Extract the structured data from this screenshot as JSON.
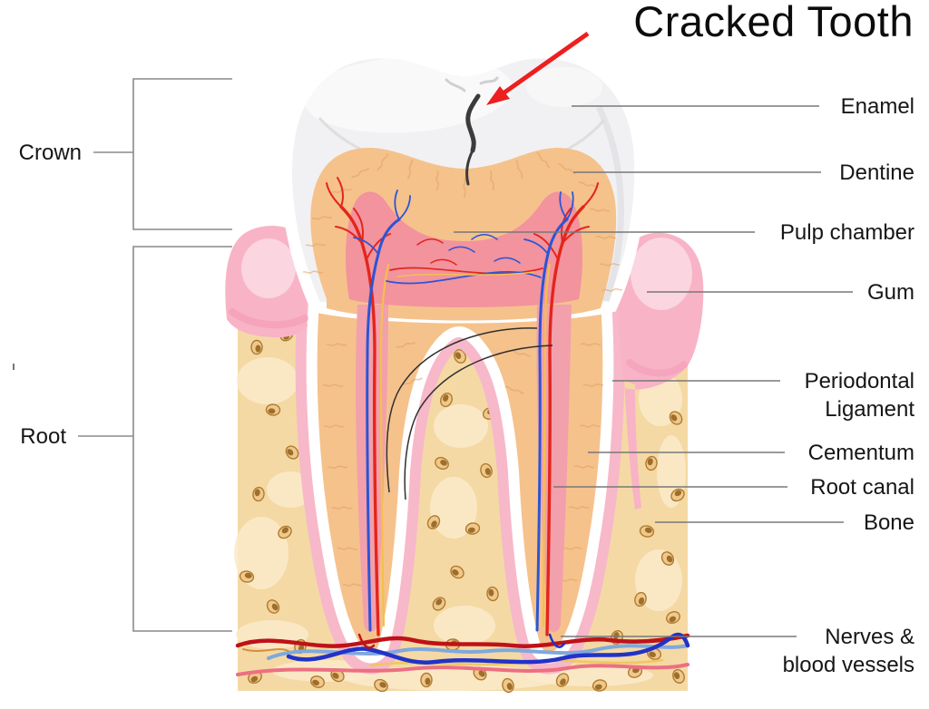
{
  "title": {
    "text": "Cracked Tooth"
  },
  "labels": {
    "left": [
      {
        "text": "Crown"
      },
      {
        "text": "Root"
      }
    ],
    "right": [
      {
        "lines": [
          "Enamel"
        ]
      },
      {
        "lines": [
          "Dentine"
        ]
      },
      {
        "lines": [
          "Pulp chamber"
        ]
      },
      {
        "lines": [
          "Gum"
        ]
      },
      {
        "lines": [
          "Periodontal",
          "Ligament"
        ]
      },
      {
        "lines": [
          "Cementum"
        ]
      },
      {
        "lines": [
          "Root canal"
        ]
      },
      {
        "lines": [
          "Bone"
        ]
      },
      {
        "lines": [
          "Nerves &",
          "blood vessels"
        ]
      }
    ]
  },
  "colors": {
    "arrow_red": "#ED1F1F",
    "crack": "#3B3B3B",
    "enamel": "#F1F1F3",
    "enamel_shadow": "#E2E2E5",
    "dentine": "#F5C28C",
    "dentine_texture": "#E0A160",
    "pulp": "#F2939E",
    "pulp_canal": "#F2A0AC",
    "gum": "#F8B3C7",
    "gum_highlight": "#FBD7E1",
    "periodontal": "#F7B8CA",
    "cementum": "#FFFFFF",
    "bone": "#F4D9A4",
    "bone_patch": "#FAEACB",
    "bone_speckle": "#B07A30",
    "vessel_red": "#E4251B",
    "vessel_blue": "#2B55D4",
    "vessel_yellow": "#F3C04B",
    "deep_red": "#BE1218",
    "deep_blue": "#2232C8",
    "light_blue": "#7FA8DC",
    "pink_red": "#EC6F82",
    "label_line": "#787878",
    "bracket_line": "#8A8A8A",
    "pointer_curve": "#2F2F2F",
    "text": "#161616"
  }
}
